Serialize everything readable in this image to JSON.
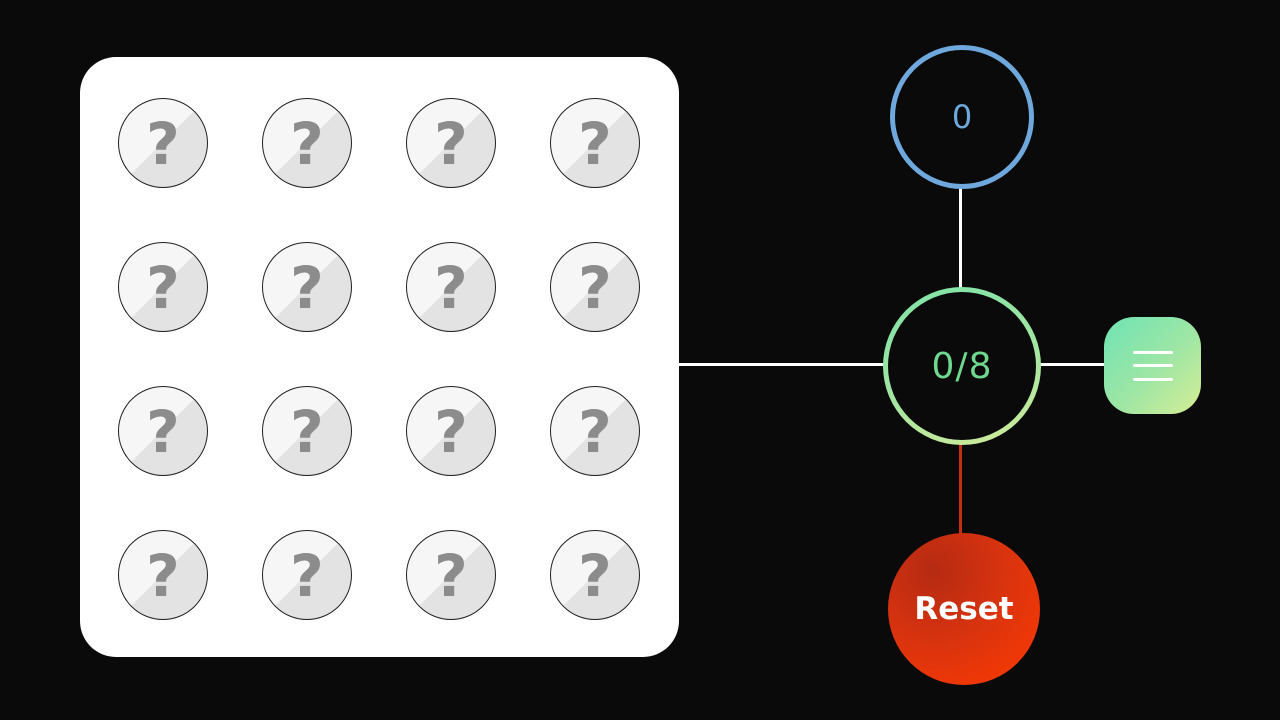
{
  "board": {
    "cards": [
      {
        "face": "?"
      },
      {
        "face": "?"
      },
      {
        "face": "?"
      },
      {
        "face": "?"
      },
      {
        "face": "?"
      },
      {
        "face": "?"
      },
      {
        "face": "?"
      },
      {
        "face": "?"
      },
      {
        "face": "?"
      },
      {
        "face": "?"
      },
      {
        "face": "?"
      },
      {
        "face": "?"
      },
      {
        "face": "?"
      },
      {
        "face": "?"
      },
      {
        "face": "?"
      },
      {
        "face": "?"
      }
    ]
  },
  "score": {
    "value": "0",
    "color": "#6fa8dc"
  },
  "progress": {
    "text": "0/8",
    "color": "#6fd88e"
  },
  "menu": {
    "icon": "hamburger-menu-icon"
  },
  "reset": {
    "label": "Reset",
    "color": "#e23a0c"
  }
}
